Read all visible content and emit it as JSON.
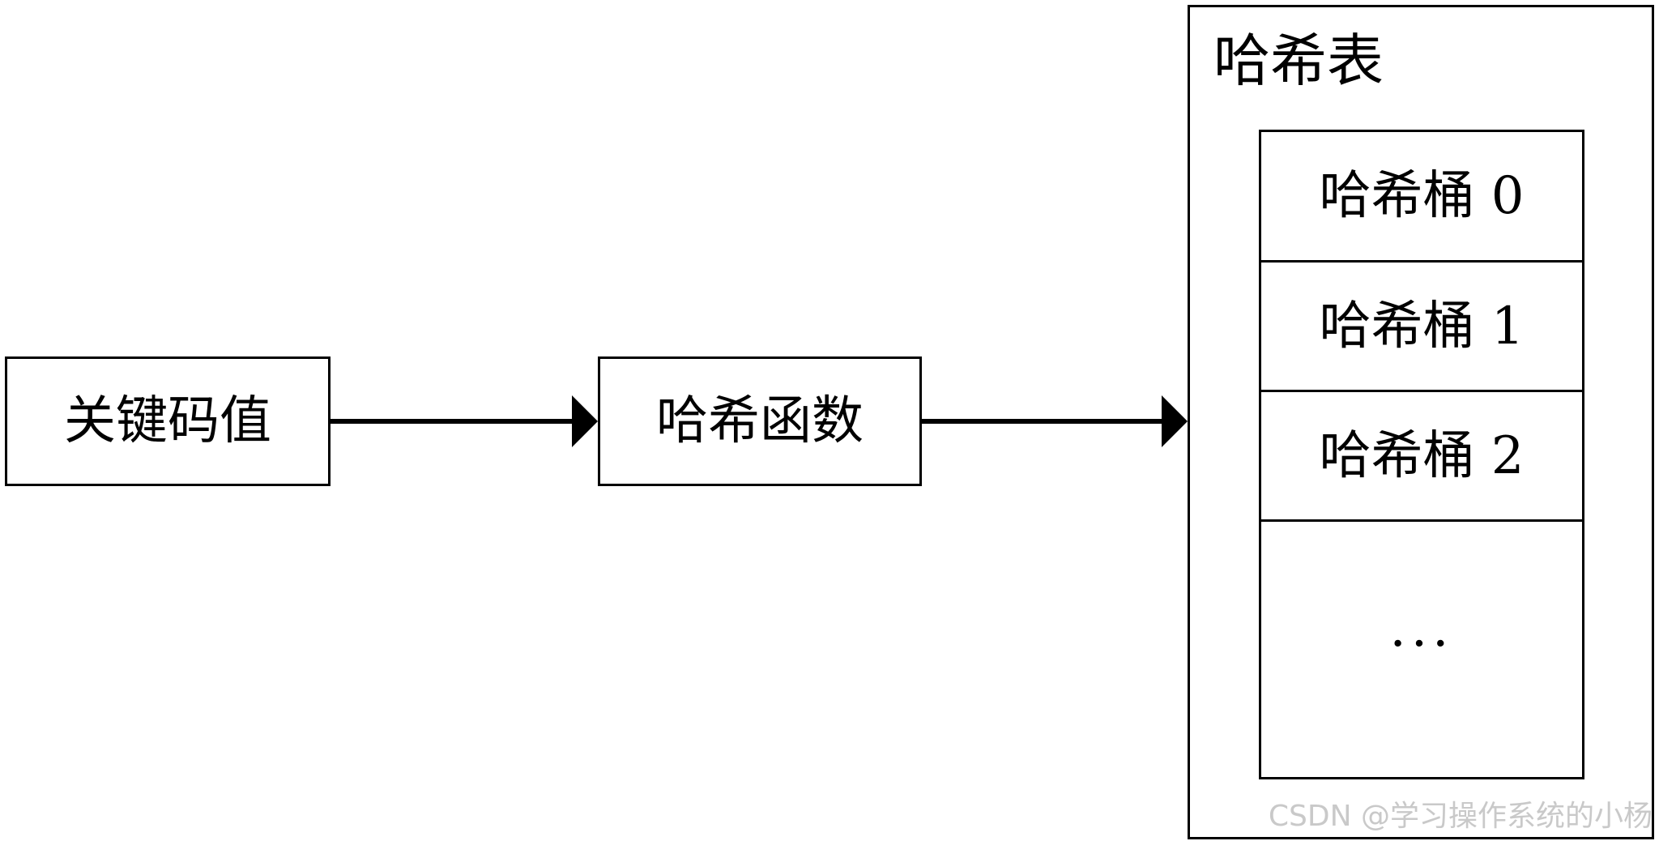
{
  "diagram": {
    "key_box": {
      "label": "关键码值"
    },
    "hash_function_box": {
      "label": "哈希函数"
    },
    "hash_table": {
      "title": "哈希表",
      "buckets": [
        {
          "label": "哈希桶 0"
        },
        {
          "label": "哈希桶 1"
        },
        {
          "label": "哈希桶 2"
        }
      ],
      "ellipsis": "···"
    },
    "edges": [
      {
        "from": "key_box",
        "to": "hash_function_box"
      },
      {
        "from": "hash_function_box",
        "to": "hash_table"
      }
    ]
  },
  "watermark": "CSDN @学习操作系统的小杨",
  "colors": {
    "stroke": "#000000",
    "background": "#ffffff",
    "watermark": "#c9c9c9"
  }
}
